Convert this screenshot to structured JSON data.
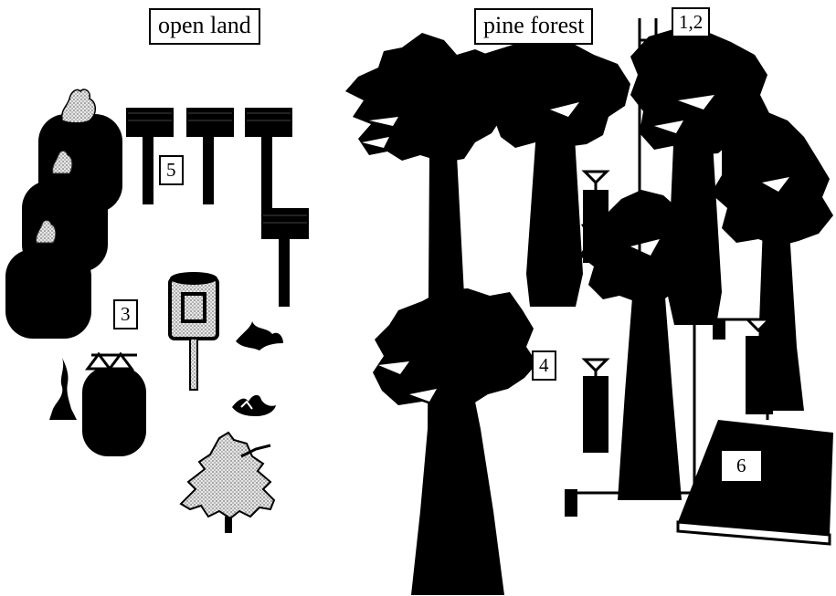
{
  "labels": {
    "open_land": "open land",
    "pine_forest": "pine forest",
    "n12": "1,2",
    "n3": "3",
    "n4": "4",
    "n5": "5",
    "n6": "6"
  },
  "colors": {
    "ink": "#000000",
    "paper": "#ffffff",
    "stipple": "#bdbdbd"
  }
}
